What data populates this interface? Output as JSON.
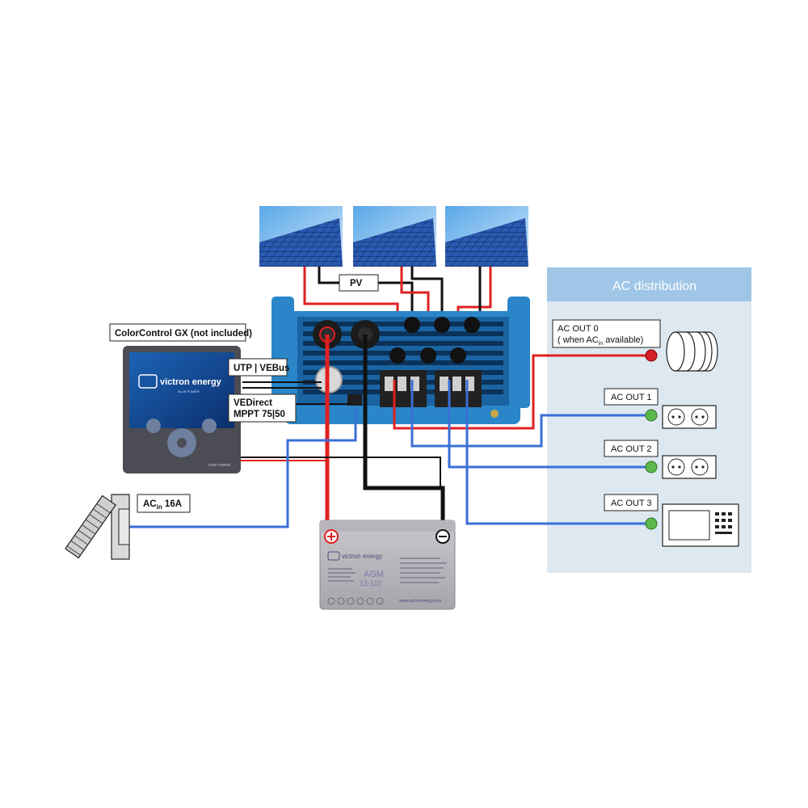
{
  "labels": {
    "pv": "PV",
    "ac_distribution": "AC distribution",
    "ac_out0_line1": "AC  OUT 0",
    "ac_out0_line2a": "( when AC",
    "ac_out0_sub": "in",
    "ac_out0_line2b": " available)",
    "ac_out1": "AC OUT 1",
    "ac_out2": "AC OUT 2",
    "ac_out3": "AC OUT 3",
    "colorcontrol": "ColorControl GX (not included)",
    "utp_vebus": "UTP | VEBus",
    "vedirect_line1": "VEDirect",
    "vedirect_line2": "MPPT 75|50",
    "acin_a": "AC",
    "acin_sub": "in",
    "acin_b": " 16A"
  },
  "device_texts": {
    "gx_brand": "victron energy",
    "gx_tagline": "BLUE POWER",
    "gx_footer": "color control",
    "battery_brand": "victron energy",
    "battery_model_line1": "AGM",
    "battery_model_line2": "12-110",
    "battery_url": "www.victronenergy.com"
  },
  "colors": {
    "positive_wire": "#e02020",
    "negative_wire": "#111111",
    "ac_wire": "#3a6fd8",
    "ac_panel_bg": "#dde8f1",
    "ac_panel_title_bg": "#9fc6e6",
    "inverter_blue": "#2a86c8",
    "ac_out0_dot": "#d8202a",
    "ac_out_dot": "#5bb94b"
  },
  "icons": [
    "solar-panel-icon",
    "cable-reel-icon",
    "schuko-socket-icon",
    "microwave-icon",
    "battery-icon",
    "plug-icon",
    "color-control-gx-icon",
    "inverter-icon"
  ]
}
